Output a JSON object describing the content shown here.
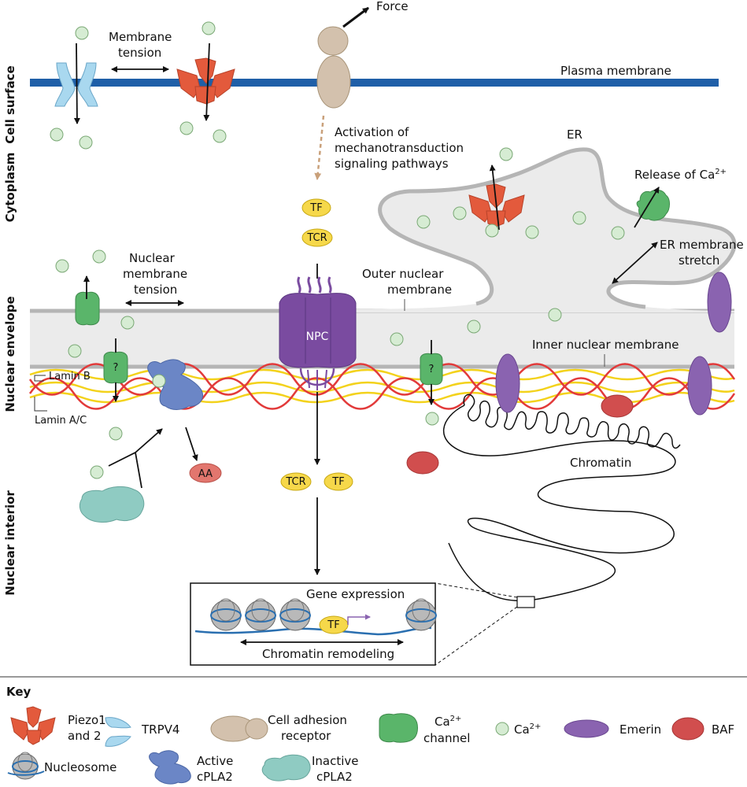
{
  "side_labels": {
    "cell_surface": "Cell surface",
    "cytoplasm": "Cytoplasm",
    "nuclear_envelope": "Nuclear envelope",
    "nuclear_interior": "Nuclear interior"
  },
  "labels": {
    "force": "Force",
    "plasma_membrane": "Plasma membrane",
    "membrane_tension_1": "Membrane",
    "membrane_tension_2": "tension",
    "activation_1": "Activation of",
    "activation_2": "mechanotransduction",
    "activation_3": "signaling pathways",
    "er": "ER",
    "release_ca": "Release of Ca",
    "release_ca_sup": "2+",
    "er_stretch_1": "ER membrane",
    "er_stretch_2": "stretch",
    "nuclear_tension_1": "Nuclear",
    "nuclear_tension_2": "membrane",
    "nuclear_tension_3": "tension",
    "outer_nuclear_1": "Outer nuclear",
    "outer_nuclear_2": "membrane",
    "inner_nuclear": "Inner nuclear membrane",
    "lamin_b": "Lamin B",
    "lamin_ac": "Lamin A/C",
    "npc": "NPC",
    "tf": "TF",
    "tcr": "TCR",
    "aa": "AA",
    "question": "?",
    "chromatin": "Chromatin",
    "gene_expression": "Gene expression",
    "chromatin_remodeling": "Chromatin remodeling"
  },
  "key": {
    "title": "Key",
    "piezo_1": "Piezo1",
    "piezo_2": "and 2",
    "trpv4": "TRPV4",
    "adhesion_1": "Cell adhesion",
    "adhesion_2": "receptor",
    "ca_channel_1": "Ca",
    "ca_channel_sup": "2+",
    "ca_channel_2": "channel",
    "ca_ion": "Ca",
    "ca_ion_sup": "2+",
    "emerin": "Emerin",
    "baf": "BAF",
    "nucleosome": "Nucleosome",
    "active_1": "Active",
    "active_2": "cPLA2",
    "inactive_1": "Inactive",
    "inactive_2": "cPLA2"
  },
  "colors": {
    "plasma_membrane": "#1f5fa8",
    "piezo": "#e35a3c",
    "trpv4": "#a9d8ef",
    "adhesion": "#d3c1ad",
    "ca_channel": "#5ab56a",
    "ca_ion": "#d6ecd3",
    "emerin": "#8a63b0",
    "baf": "#d14e4e",
    "npc": "#7a4ba0",
    "tf": "#f6d84a",
    "active_cpla2": "#6b86c6",
    "inactive_cpla2": "#8fcbc2",
    "aa": "#e2766e",
    "lamin_b": "#e23a3a",
    "lamin_ac": "#f3d21c",
    "envelope": "#ebebeb",
    "membrane_line": "#b5b5b5"
  }
}
